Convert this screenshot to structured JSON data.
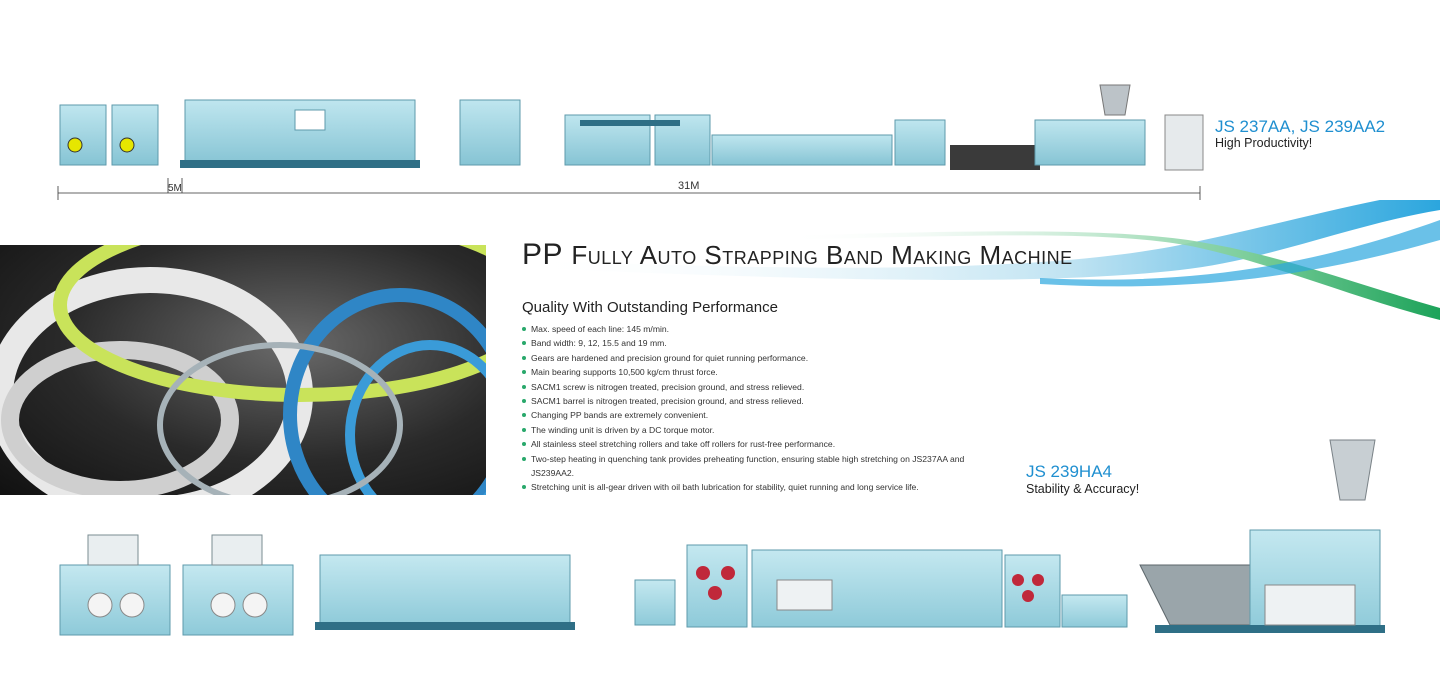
{
  "top_line": {
    "dim_small": "5M",
    "dim_large": "31M",
    "model": "JS 237AA, JS 239AA2",
    "tagline": "High Productivity!"
  },
  "title": {
    "main_large": "PP",
    "main_small": "Fully Auto Strapping Band Making Machine"
  },
  "subheading": "Quality With Outstanding Performance",
  "features": [
    "Max. speed of each line:  145 m/min.",
    "Band width:  9, 12, 15.5 and 19 mm.",
    "Gears are hardened and precision ground for quiet running performance.",
    "Main bearing supports 10,500 kg/cm thrust force.",
    "SACM1 screw is nitrogen treated, precision ground, and stress relieved.",
    "SACM1 barrel is nitrogen treated, precision ground, and stress relieved.",
    "Changing PP bands are extremely convenient.",
    "The winding unit is driven by a DC torque motor.",
    "All stainless steel stretching rollers and take off rollers for rust-free performance.",
    "Two-step heating in quenching tank provides preheating function, ensuring stable high stretching on JS237AA and JS239AA2.",
    "Stretching unit is all-gear driven with oil bath lubrication for stability, quiet running and long service life."
  ],
  "bottom_line": {
    "model": "JS 239HA4",
    "tagline": "Stability & Accuracy!"
  },
  "colors": {
    "accent_blue": "#1f8fd0",
    "accent_green": "#29a86b",
    "machine": "#9fd3e0"
  }
}
